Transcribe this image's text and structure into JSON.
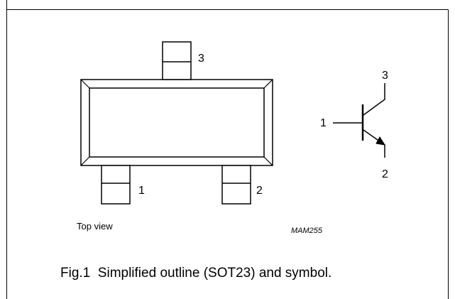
{
  "package_outline": {
    "pin_labels": [
      "3",
      "1",
      "2"
    ],
    "view_label": "Top view"
  },
  "symbol": {
    "pin_labels": [
      "3",
      "1",
      "2"
    ]
  },
  "drawing_code": "MAM255",
  "caption": "Fig.1  Simplified outline (SOT23) and symbol."
}
